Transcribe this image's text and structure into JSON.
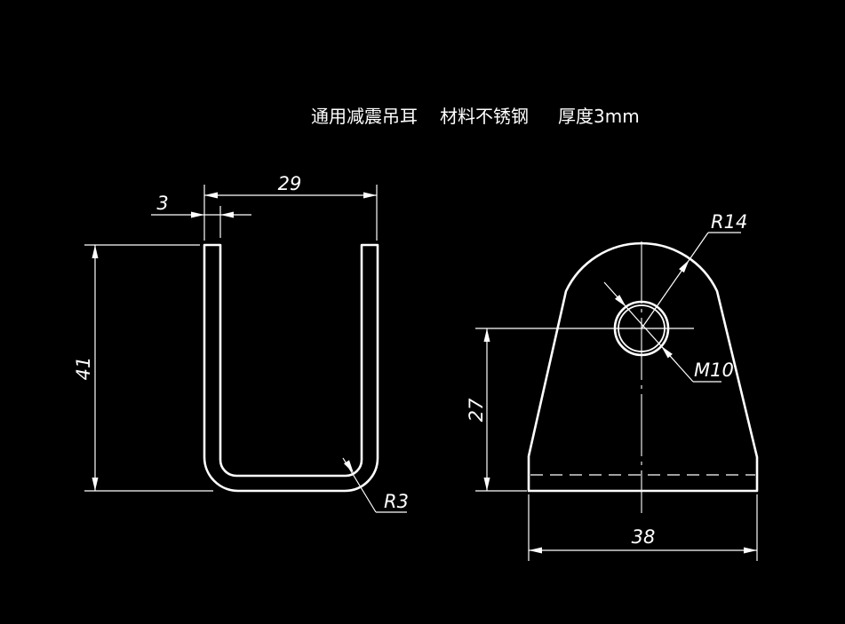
{
  "title": {
    "name": "通用减震吊耳",
    "material": "材料不锈钢",
    "thickness": "厚度3mm"
  },
  "side_view": {
    "dim_width": "29",
    "dim_thickness": "3",
    "dim_height": "41",
    "dim_radius": "R3"
  },
  "front_view": {
    "dim_radius": "R14",
    "dim_hole": "M10",
    "dim_hole_height": "27",
    "dim_width": "38"
  },
  "colors": {
    "background": "#000000",
    "lines": "#ffffff"
  }
}
